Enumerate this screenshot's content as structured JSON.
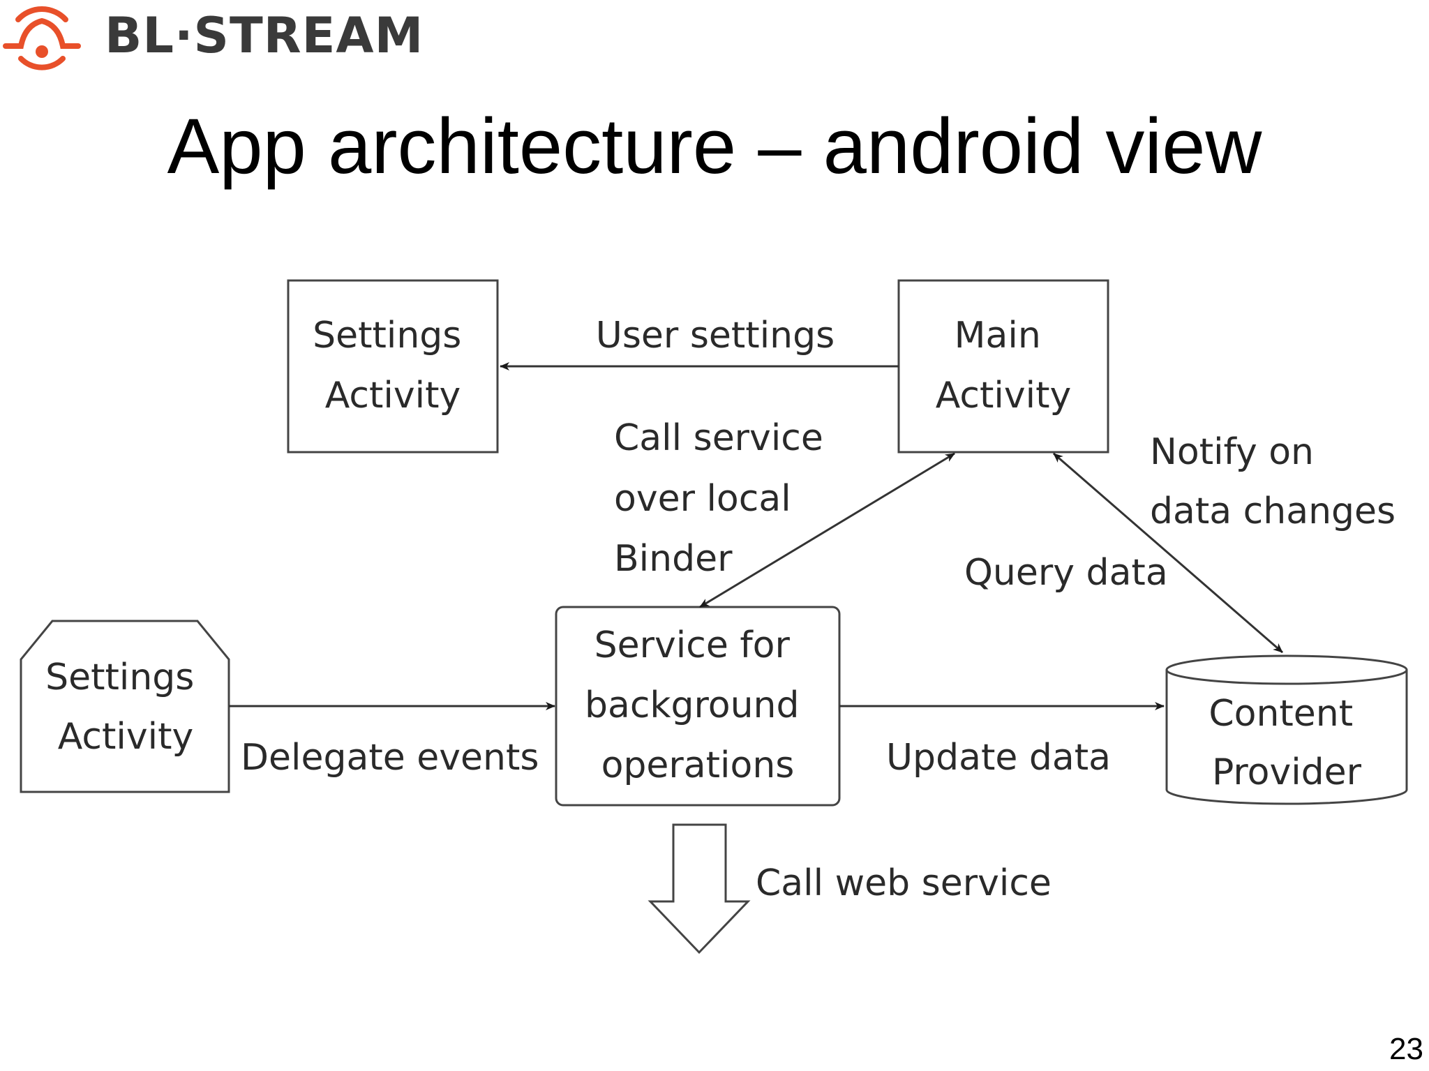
{
  "brand": {
    "name": "BL·STREAM",
    "accent_color": "#e8502a",
    "logo_icon": "bell-signal-icon"
  },
  "slide": {
    "title": "App architecture – android view",
    "page_number": "23"
  },
  "diagram": {
    "nodes": {
      "settings_activity_top": [
        "Settings",
        "Activity"
      ],
      "main_activity": [
        "Main",
        "Activity"
      ],
      "settings_activity_left": [
        "Settings",
        "Activity"
      ],
      "service": [
        "Service for",
        "background",
        "operations"
      ],
      "content_provider": [
        "Content",
        "Provider"
      ]
    },
    "edges": {
      "user_settings": [
        "User settings"
      ],
      "call_service": [
        "Call service",
        "over local",
        "Binder"
      ],
      "notify": [
        "Notify on",
        "data changes"
      ],
      "query_data": [
        "Query data"
      ],
      "delegate_events": [
        "Delegate events"
      ],
      "update_data": [
        "Update data"
      ],
      "call_web_service": [
        "Call web service"
      ]
    }
  }
}
